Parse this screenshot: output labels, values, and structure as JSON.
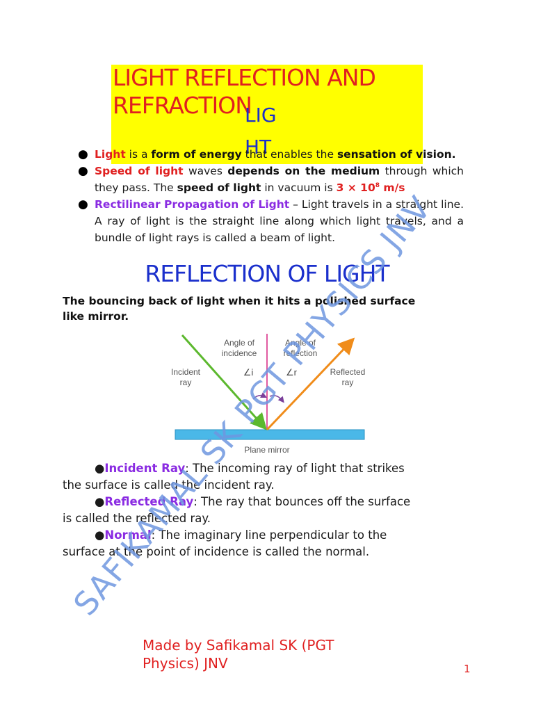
{
  "title": {
    "line1": "LIGHT REFLECTION AND",
    "line2": "REFRACTION",
    "overlay_word_1": "LIG",
    "overlay_word_2": "HT"
  },
  "intro_bullets": [
    {
      "parts": [
        "Light",
        " is a ",
        "form of energy",
        " that enables the ",
        "sensation of vision."
      ]
    },
    {
      "parts": [
        "Speed of light",
        " waves ",
        "depends on the medium",
        " through which they pass. The ",
        "speed of light",
        " in vacuum is ",
        "3 × 10",
        "8",
        " m/s"
      ]
    },
    {
      "parts": [
        "Rectilinear Propagation of Light",
        " – Light travels in a straight line. A ray of light is the straight line along which light travels, and a bundle of light rays is called a beam of light."
      ]
    }
  ],
  "reflection": {
    "heading": "REFLECTION OF LIGHT",
    "definition": "The bouncing back of light when it hits a polished surface like mirror."
  },
  "diagram": {
    "angle_incidence": [
      "Angle of",
      "incidence"
    ],
    "angle_reflection": [
      "Angle of",
      "reflection"
    ],
    "incident_ray": [
      "Incident",
      "ray"
    ],
    "reflected_ray": [
      "Reflected",
      "ray"
    ],
    "angle_i": "∠i",
    "angle_r": "∠r",
    "mirror_label": "Plane mirror",
    "colors": {
      "incident": "#5cb82e",
      "reflected": "#f08c1a",
      "normal": "#e05aa0",
      "mirror": "#4ab8e8",
      "arc": "#7a3f9a"
    }
  },
  "definitions": [
    {
      "term": "Incident Ray",
      "text": ": The incoming ray of light that strikes",
      "cont": "the surface is called the incident ray."
    },
    {
      "term": "Reflected Ray",
      "text": ": The ray that bounces off the surface",
      "cont": "is called the reflected ray."
    },
    {
      "term": "Normal",
      "text": ": The imaginary line perpendicular to the",
      "cont": "surface at the point of incidence is called the normal."
    }
  ],
  "watermark": "SAFIKAMAL SK PGT PHYSICS JNV",
  "footer": {
    "line1": "Made by Safikamal SK (PGT",
    "line2": "Physics) JNV"
  },
  "page_number": "1"
}
